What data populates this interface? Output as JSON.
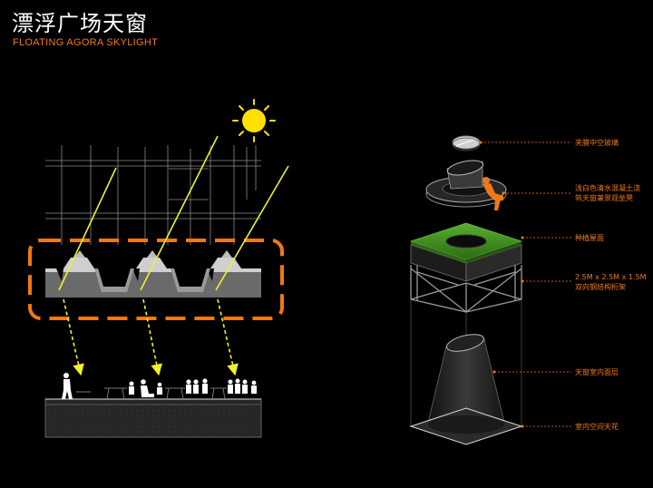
{
  "header": {
    "title_cn": "漂浮广场天窗",
    "title_en": "FLOATING AGORA SKYLIGHT"
  },
  "colors": {
    "accent": "#f07818",
    "sun": "#ffe000",
    "light_rays": "#f0f030",
    "background": "#000000",
    "grass": "#3c8a1e"
  },
  "labels": [
    {
      "lines": [
        "夹膜中空玻璃"
      ]
    },
    {
      "lines": [
        "浅白色清水混凝土浇",
        "筑天窗兼景观坐凳"
      ]
    },
    {
      "lines": [
        "种植屋面"
      ]
    },
    {
      "lines": [
        "2.5M x 2.5M x 1.5M",
        "双向钢结构桁架"
      ]
    },
    {
      "lines": [
        "天窗室内面层"
      ]
    },
    {
      "lines": [
        "室内空间天花"
      ]
    }
  ]
}
